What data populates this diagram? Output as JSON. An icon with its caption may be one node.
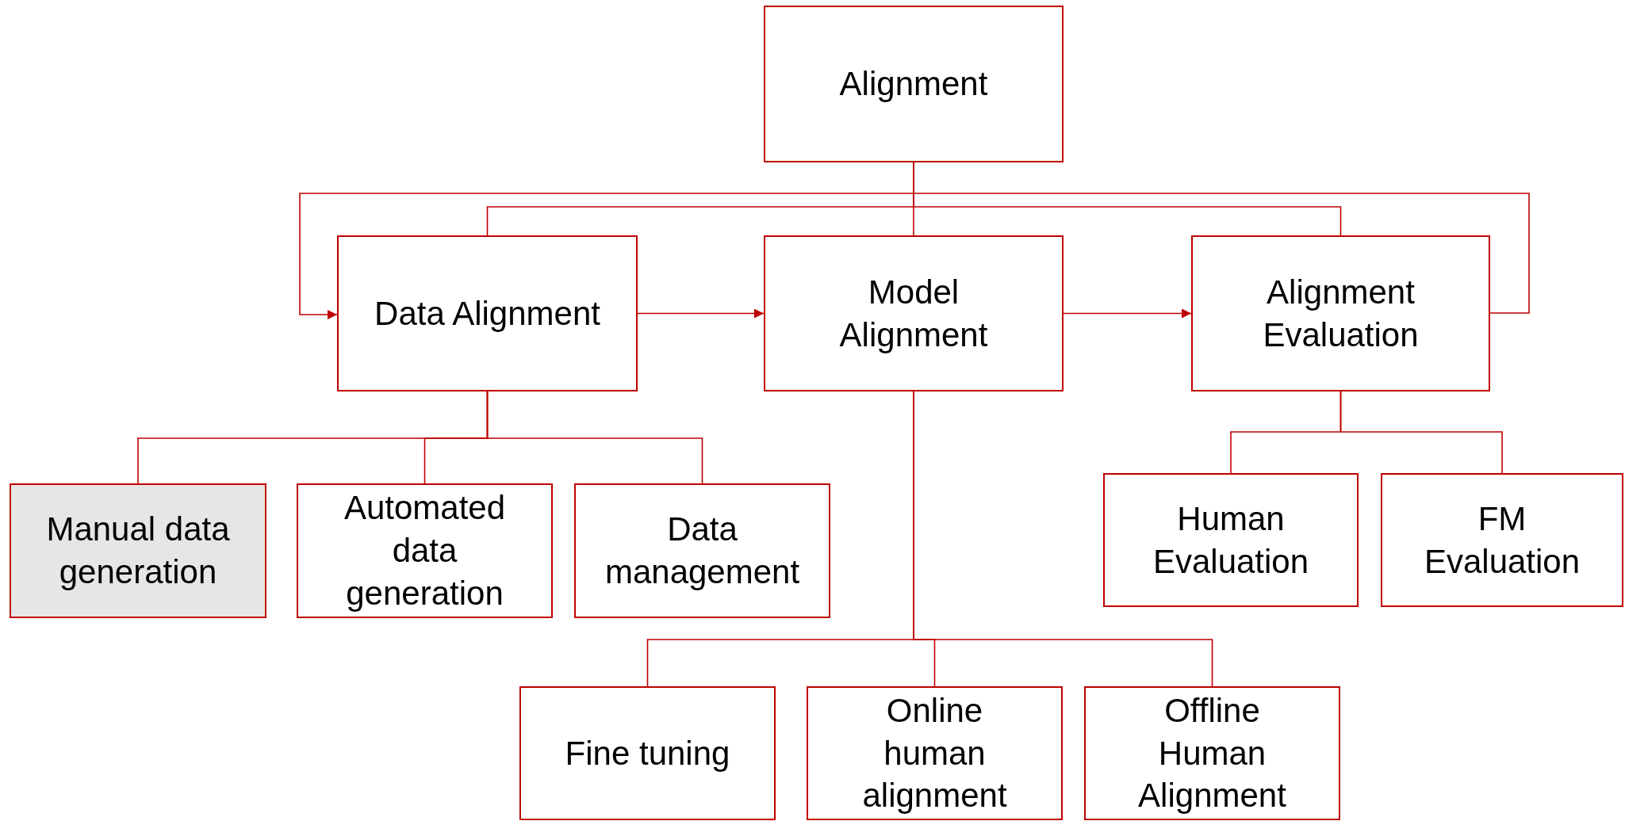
{
  "diagram": {
    "nodes": [
      {
        "text": [
          "Alignment"
        ]
      },
      {
        "text": [
          "Data Alignment"
        ]
      },
      {
        "text": [
          "Model Alignment"
        ]
      },
      {
        "text": [
          "Alignment Evaluation"
        ]
      },
      {
        "text": [
          "Manual data generation"
        ]
      },
      {
        "text": [
          "Automated data generation"
        ]
      },
      {
        "text": [
          "Data management"
        ]
      },
      {
        "text": [
          "Human Evaluation"
        ]
      },
      {
        "text": [
          "FM Evaluation"
        ]
      },
      {
        "text": [
          "Fine tuning"
        ]
      },
      {
        "text": [
          "Online human alignment"
        ]
      },
      {
        "text": [
          "Offline Human Alignment"
        ]
      }
    ],
    "edges": [
      {
        "from": 0,
        "to": 1,
        "arrow": "to"
      },
      {
        "from": 0,
        "to": 3,
        "arrow": "none"
      },
      {
        "from": 0,
        "to": 1,
        "arrow": "none"
      },
      {
        "from": 0,
        "to": 2,
        "arrow": "none"
      },
      {
        "from": 0,
        "to": 3,
        "arrow": "none"
      },
      {
        "from": 1,
        "to": 2,
        "arrow": "to"
      },
      {
        "from": 2,
        "to": 3,
        "arrow": "to"
      },
      {
        "from": 1,
        "to": 4,
        "arrow": "none"
      },
      {
        "from": 1,
        "to": 5,
        "arrow": "none"
      },
      {
        "from": 1,
        "to": 6,
        "arrow": "none"
      },
      {
        "from": 2,
        "to": 9,
        "arrow": "none"
      },
      {
        "from": 2,
        "to": 10,
        "arrow": "none"
      },
      {
        "from": 2,
        "to": 11,
        "arrow": "none"
      },
      {
        "from": 3,
        "to": 7,
        "arrow": "none"
      },
      {
        "from": 3,
        "to": 8,
        "arrow": "none"
      }
    ]
  }
}
